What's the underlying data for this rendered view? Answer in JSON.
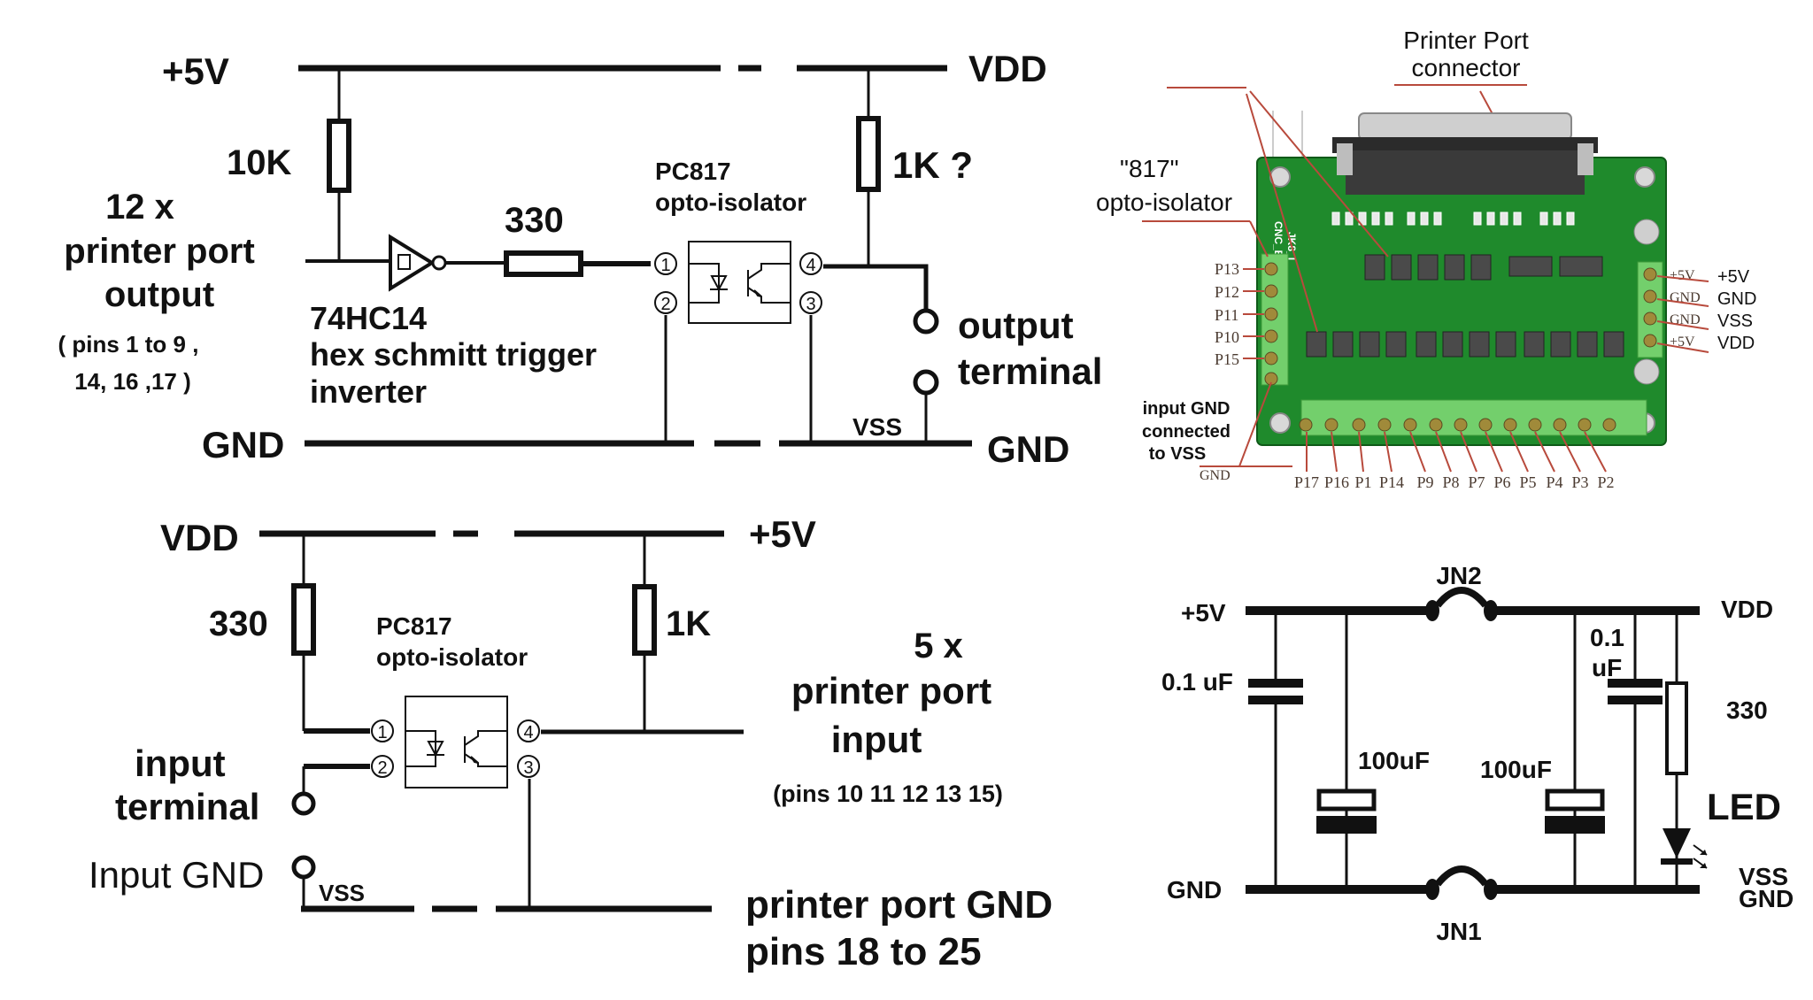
{
  "output_circuit": {
    "supply_left": "+5V",
    "supply_right": "VDD",
    "gnd_left": "GND",
    "gnd_right": "GND",
    "pullup_resistor": "10K",
    "series_resistor": "330",
    "collector_resistor": "1K ?",
    "title_lines": [
      "12 x",
      "printer port",
      "output"
    ],
    "pins_lines": [
      "( pins 1 to 9 ,",
      "14, 16 ,17 )"
    ],
    "gate_lines": [
      "74HC14",
      "hex schmitt trigger",
      "inverter"
    ],
    "opto_lines": [
      "PC817",
      "opto-isolator"
    ],
    "opto_pins": [
      "1",
      "2",
      "3",
      "4"
    ],
    "terminal_lines": [
      "output",
      "terminal"
    ],
    "vss_label": "VSS"
  },
  "input_circuit": {
    "supply_left": "VDD",
    "supply_right": "+5V",
    "led_resistor": "330",
    "pullup_resistor": "1K",
    "opto_lines": [
      "PC817",
      "opto-isolator"
    ],
    "opto_pins": [
      "1",
      "2",
      "3",
      "4"
    ],
    "title_lines": [
      "5 x",
      "printer port",
      "input"
    ],
    "pins_line": "(pins 10 11 12 13 15)",
    "terminal_lines": [
      "input",
      "terminal"
    ],
    "input_gnd": "Input GND",
    "vss_label": "VSS",
    "gnd_lines": [
      "printer port GND",
      "pins 18 to 25"
    ]
  },
  "board_photo": {
    "connector_lines": [
      "Printer Port",
      "connector"
    ],
    "opto_lines": [
      "\"817\"",
      "opto-isolator"
    ],
    "board_silk": [
      "CNC_BOX",
      "JK8_I"
    ],
    "left_terminals": [
      "P13",
      "P12",
      "P11",
      "P10",
      "P15"
    ],
    "bottom_terminals": [
      "P17",
      "P16",
      "P1",
      "P14",
      "P9",
      "P8",
      "P7",
      "P6",
      "P5",
      "P4",
      "P3",
      "P2"
    ],
    "gnd_pin": "GND",
    "input_gnd_note": [
      "input GND",
      "connected",
      "to VSS"
    ],
    "power_terminals": [
      {
        "silk": "+5V",
        "label": "+5V"
      },
      {
        "silk": "GND",
        "label": "GND"
      },
      {
        "silk": "GND",
        "label": "VSS"
      },
      {
        "silk": "+5V",
        "label": "VDD"
      }
    ],
    "colors": {
      "pcb": "#1f8a2c",
      "terminal": "#73cf6c",
      "arrow": "#b84a3c",
      "connector": "#2b2b2b"
    }
  },
  "power_circuit": {
    "supply_left": "+5V",
    "supply_right": "VDD",
    "gnd_left": "GND",
    "gnd_right_lines": [
      "VSS",
      "GND"
    ],
    "jumper_top": "JN2",
    "jumper_bottom": "JN1",
    "cap_left_small": "0.1 uF",
    "cap_left_bulk": "100uF",
    "cap_right_bulk": "100uF",
    "cap_right_small_lines": [
      "0.1",
      "uF"
    ],
    "led_resistor": "330",
    "led_label": "LED"
  }
}
